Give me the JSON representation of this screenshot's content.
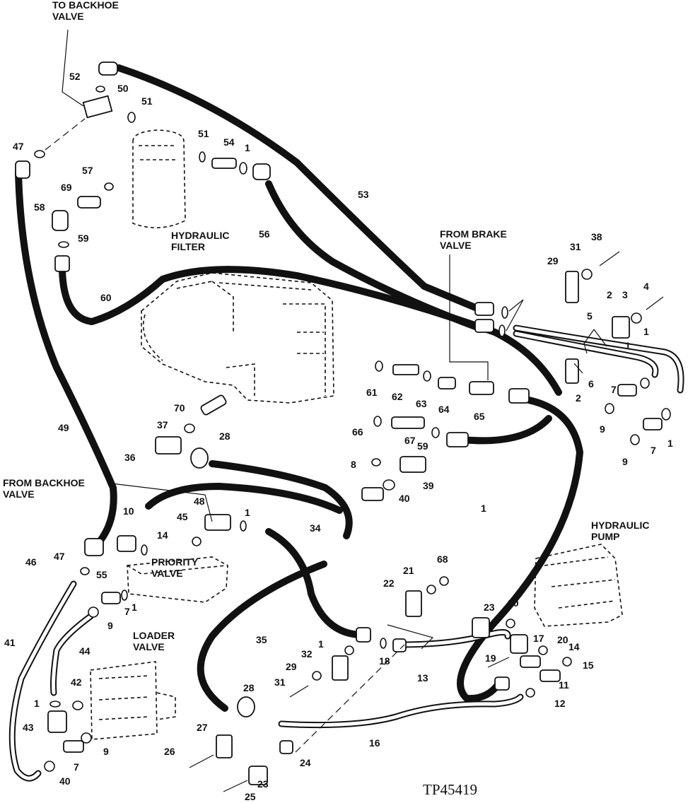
{
  "figure_id": "TP45419",
  "labels": {
    "to_backhoe_valve": "TO BACKHOE VALVE",
    "hydraulic_filter": "HYDRAULIC FILTER",
    "from_brake_valve": "FROM BRAKE VALVE",
    "from_backhoe_valve": "FROM BACKHOE VALVE",
    "priority_valve": "PRIORITY VALVE",
    "hydraulic_pump": "HYDRAULIC PUMP",
    "loader_valve": "LOADER VALVE"
  },
  "callouts": [
    "52",
    "50",
    "51",
    "47",
    "57",
    "69",
    "58",
    "59",
    "51",
    "54",
    "1",
    "53",
    "56",
    "60",
    "49",
    "70",
    "37",
    "36",
    "28",
    "61",
    "62",
    "63",
    "64",
    "65",
    "66",
    "67",
    "59",
    "8",
    "39",
    "40",
    "48",
    "1",
    "45",
    "10",
    "14",
    "55",
    "47",
    "46",
    "7",
    "1",
    "9",
    "44",
    "41",
    "42",
    "1",
    "43",
    "7",
    "9",
    "40",
    "34",
    "35",
    "28",
    "27",
    "26",
    "23",
    "25",
    "24",
    "16",
    "29",
    "31",
    "38",
    "2",
    "3",
    "4",
    "5",
    "1",
    "6",
    "2",
    "7",
    "1",
    "9",
    "1",
    "9",
    "7",
    "1",
    "68",
    "21",
    "22",
    "23",
    "20",
    "19",
    "17",
    "20",
    "14",
    "15",
    "11",
    "12",
    "13",
    "18",
    "1",
    "32",
    "29",
    "31",
    "30"
  ]
}
